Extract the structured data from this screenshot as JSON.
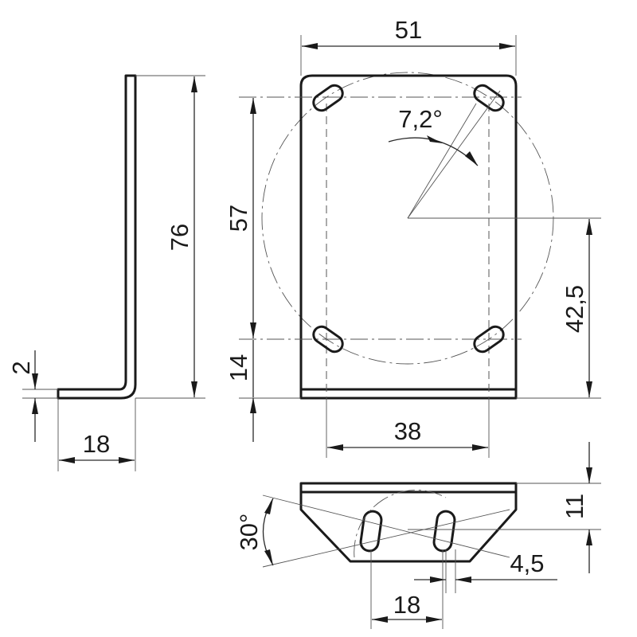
{
  "dimensions": {
    "sheet_thickness": "2",
    "side_height": "76",
    "foot_length": "18",
    "front_width": "51",
    "slot_angle": "7,2°",
    "slot_vertical_spacing": "57",
    "bottom_offset": "14",
    "center_height": "42,5",
    "slot_horizontal_spacing": "38",
    "bottom_angle": "30°",
    "bottom_depth": "11",
    "slot_width": "4,5",
    "bottom_slot_spacing": "18"
  }
}
